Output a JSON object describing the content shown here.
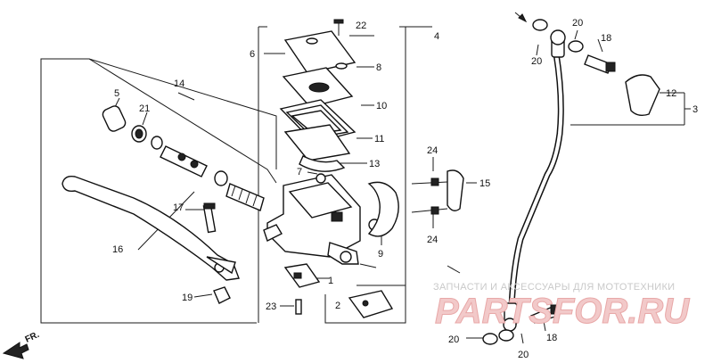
{
  "callouts": {
    "n1": "1",
    "n2": "2",
    "n3": "3",
    "n4": "4",
    "n5": "5",
    "n6": "6",
    "n7": "7",
    "n8": "8",
    "n9": "9",
    "n10": "10",
    "n11": "11",
    "n12": "12",
    "n13": "13",
    "n14": "14",
    "n15": "15",
    "n16": "16",
    "n17": "17",
    "n18a": "18",
    "n18b": "18",
    "n19": "19",
    "n20a": "20",
    "n20b": "20",
    "n20c": "20",
    "n20d": "20",
    "n21": "21",
    "n22": "22",
    "n23": "23",
    "n24a": "24",
    "n24b": "24"
  },
  "watermark": {
    "caption": "ЗАПЧАСТИ И АКСЕССУАРЫ ДЛЯ МОТОТЕХНИКИ",
    "logo": "PARTSFOR.RU"
  },
  "front_marker": "FR."
}
